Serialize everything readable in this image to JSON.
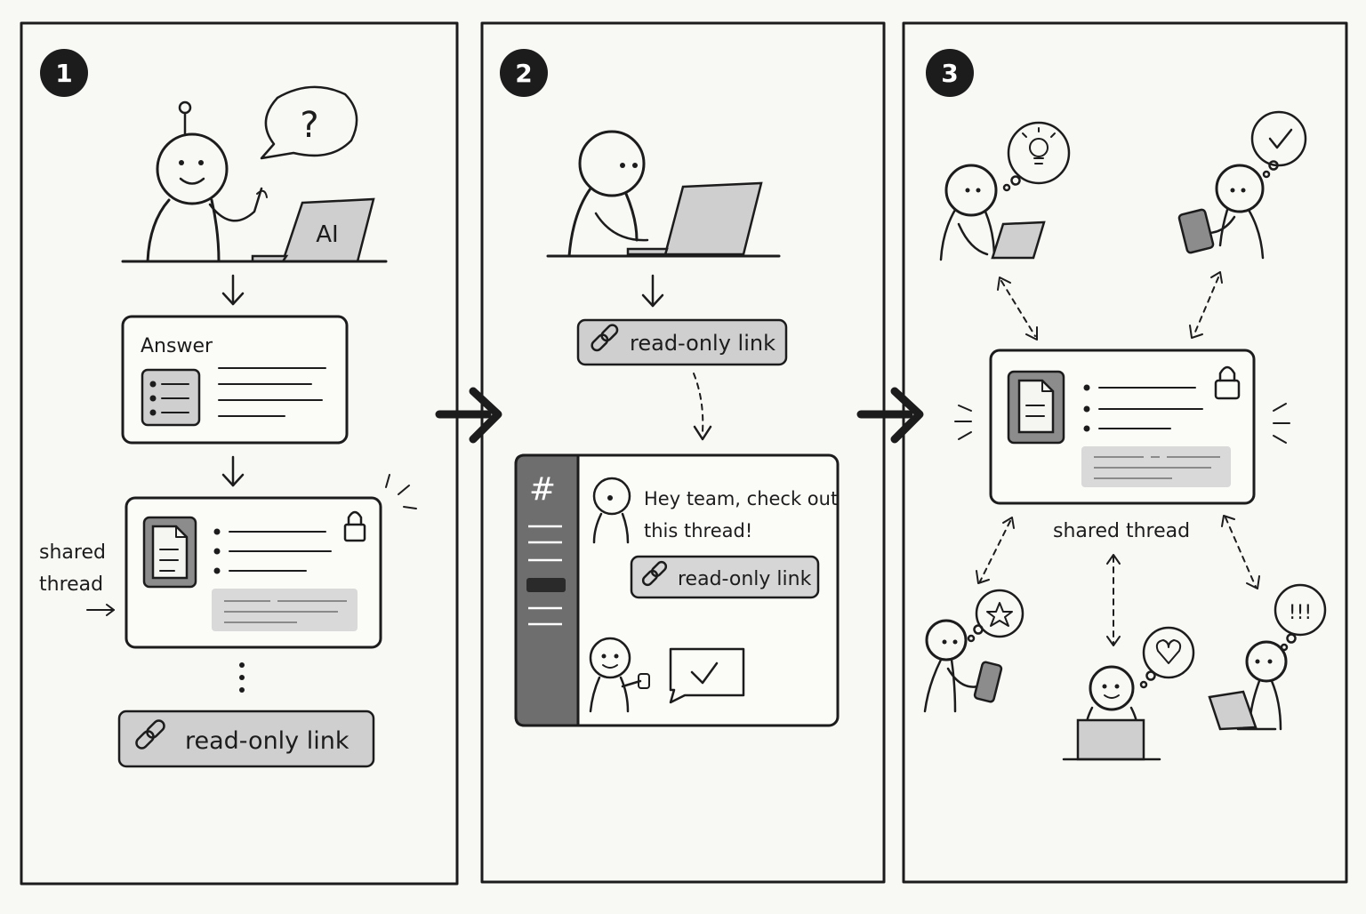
{
  "panels": [
    {
      "number": "1",
      "laptop_label": "AI",
      "speech_bubble": "?",
      "answer_title": "Answer",
      "side_label_line1": "shared",
      "side_label_line2": "thread",
      "link_label": "read-only link"
    },
    {
      "number": "2",
      "link_label": "read-only link",
      "channel_symbol": "#",
      "message_line1": "Hey team, check out",
      "message_line2": "this thread!",
      "message_link_label": "read-only link"
    },
    {
      "number": "3",
      "center_label": "shared thread",
      "bubble_excl": "!!!"
    }
  ]
}
